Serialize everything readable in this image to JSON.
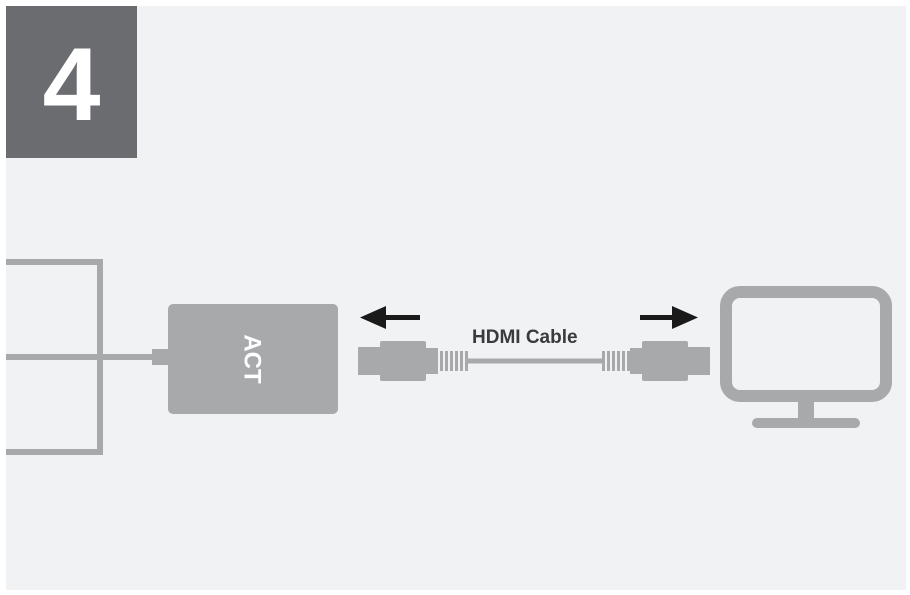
{
  "step": {
    "number": "4"
  },
  "adapter": {
    "logo_text": "ACT"
  },
  "cable": {
    "label": "HDMI Cable"
  },
  "icons": {
    "left_arrow": "arrow-left-icon",
    "right_arrow": "arrow-right-icon",
    "monitor": "monitor-icon",
    "laptop_edge": "laptop-edge-icon"
  },
  "colors": {
    "background": "#f1f2f4",
    "badge": "#6b6c6f",
    "device_gray": "#a8a9ab",
    "arrow": "#1a1a1a",
    "label": "#3a3b3d"
  }
}
